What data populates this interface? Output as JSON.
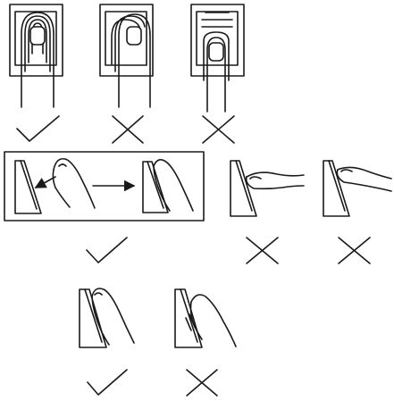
{
  "diagram": {
    "stroke_color": "#1a1a1a",
    "background": "#ffffff",
    "rows": [
      {
        "id": "row-1",
        "items": [
          {
            "id": "1a",
            "subject": "finger-centered-on-sensor",
            "mark": "correct"
          },
          {
            "id": "1b",
            "subject": "finger-offset-on-sensor",
            "mark": "incorrect"
          },
          {
            "id": "1c",
            "subject": "finger-too-high-on-sensor",
            "mark": "incorrect"
          }
        ]
      },
      {
        "id": "row-2",
        "items": [
          {
            "id": "2a",
            "subject": "finger-slides-flat-onto-sensor",
            "mark": "correct"
          },
          {
            "id": "2b",
            "subject": "finger-tilted-side-view",
            "mark": "incorrect"
          },
          {
            "id": "2c",
            "subject": "finger-raised-side-view",
            "mark": "incorrect"
          }
        ]
      },
      {
        "id": "row-3",
        "items": [
          {
            "id": "3a",
            "subject": "finger-flat-side-view",
            "mark": "correct"
          },
          {
            "id": "3b",
            "subject": "finger-tip-pressed-side-view",
            "mark": "incorrect"
          }
        ]
      }
    ]
  }
}
